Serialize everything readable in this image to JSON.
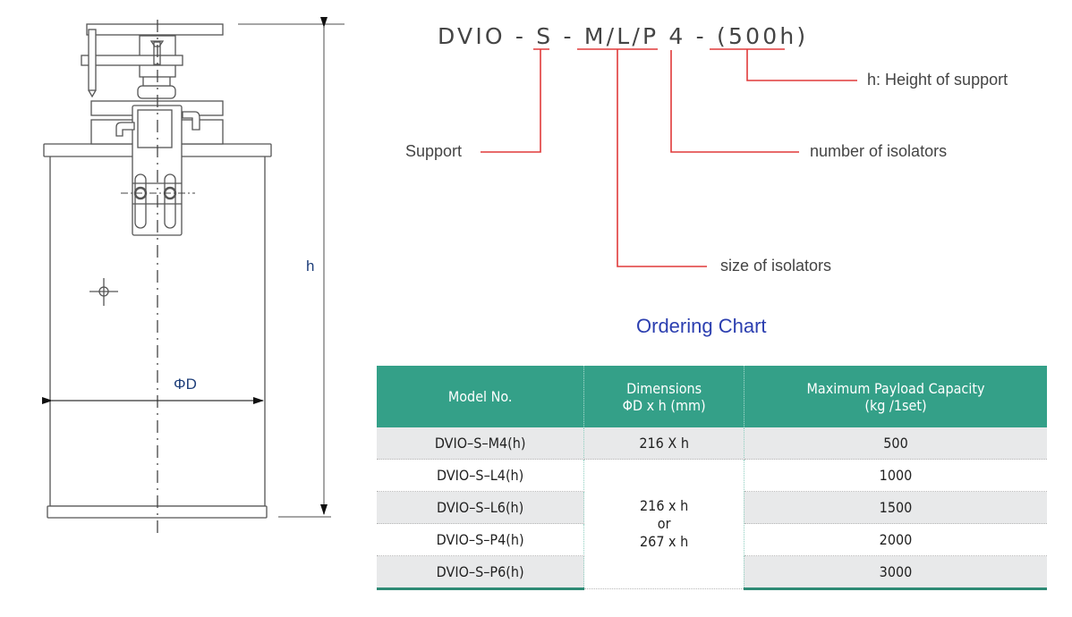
{
  "drawing": {
    "diameter_label": "ΦD",
    "height_label": "h"
  },
  "code": {
    "full": "DVIO - S - M/L/P 4 - (500h)",
    "parts": [
      "DVIO",
      "S",
      "M/L/P",
      "4",
      "(500h)"
    ],
    "callouts": {
      "support": "Support",
      "size": "size of isolators",
      "number": "number of isolators",
      "height": "h: Height of support"
    },
    "callout_color": "#e03a3a"
  },
  "ordering_chart": {
    "title": "Ordering Chart",
    "header_color": "#34a088",
    "columns": [
      {
        "line1": "Model No.",
        "line2": ""
      },
      {
        "line1": "Dimensions",
        "line2": "ΦD x h (mm)"
      },
      {
        "line1": "Maximum Payload Capacity",
        "line2": "(kg /1set)"
      }
    ],
    "rows": [
      {
        "model": "DVIO–S–M4(h)",
        "dimensions": "216 X h",
        "payload": "500"
      },
      {
        "model": "DVIO–S–L4(h)",
        "dimensions": "",
        "payload": "1000"
      },
      {
        "model": "DVIO–S–L6(h)",
        "dimensions": "",
        "payload": "1500"
      },
      {
        "model": "DVIO–S–P4(h)",
        "dimensions": "",
        "payload": "2000"
      },
      {
        "model": "DVIO–S–P6(h)",
        "dimensions": "",
        "payload": "3000"
      }
    ],
    "merged_dimensions": {
      "line1": "216 x h",
      "line2": "or",
      "line3": "267 x h"
    }
  }
}
